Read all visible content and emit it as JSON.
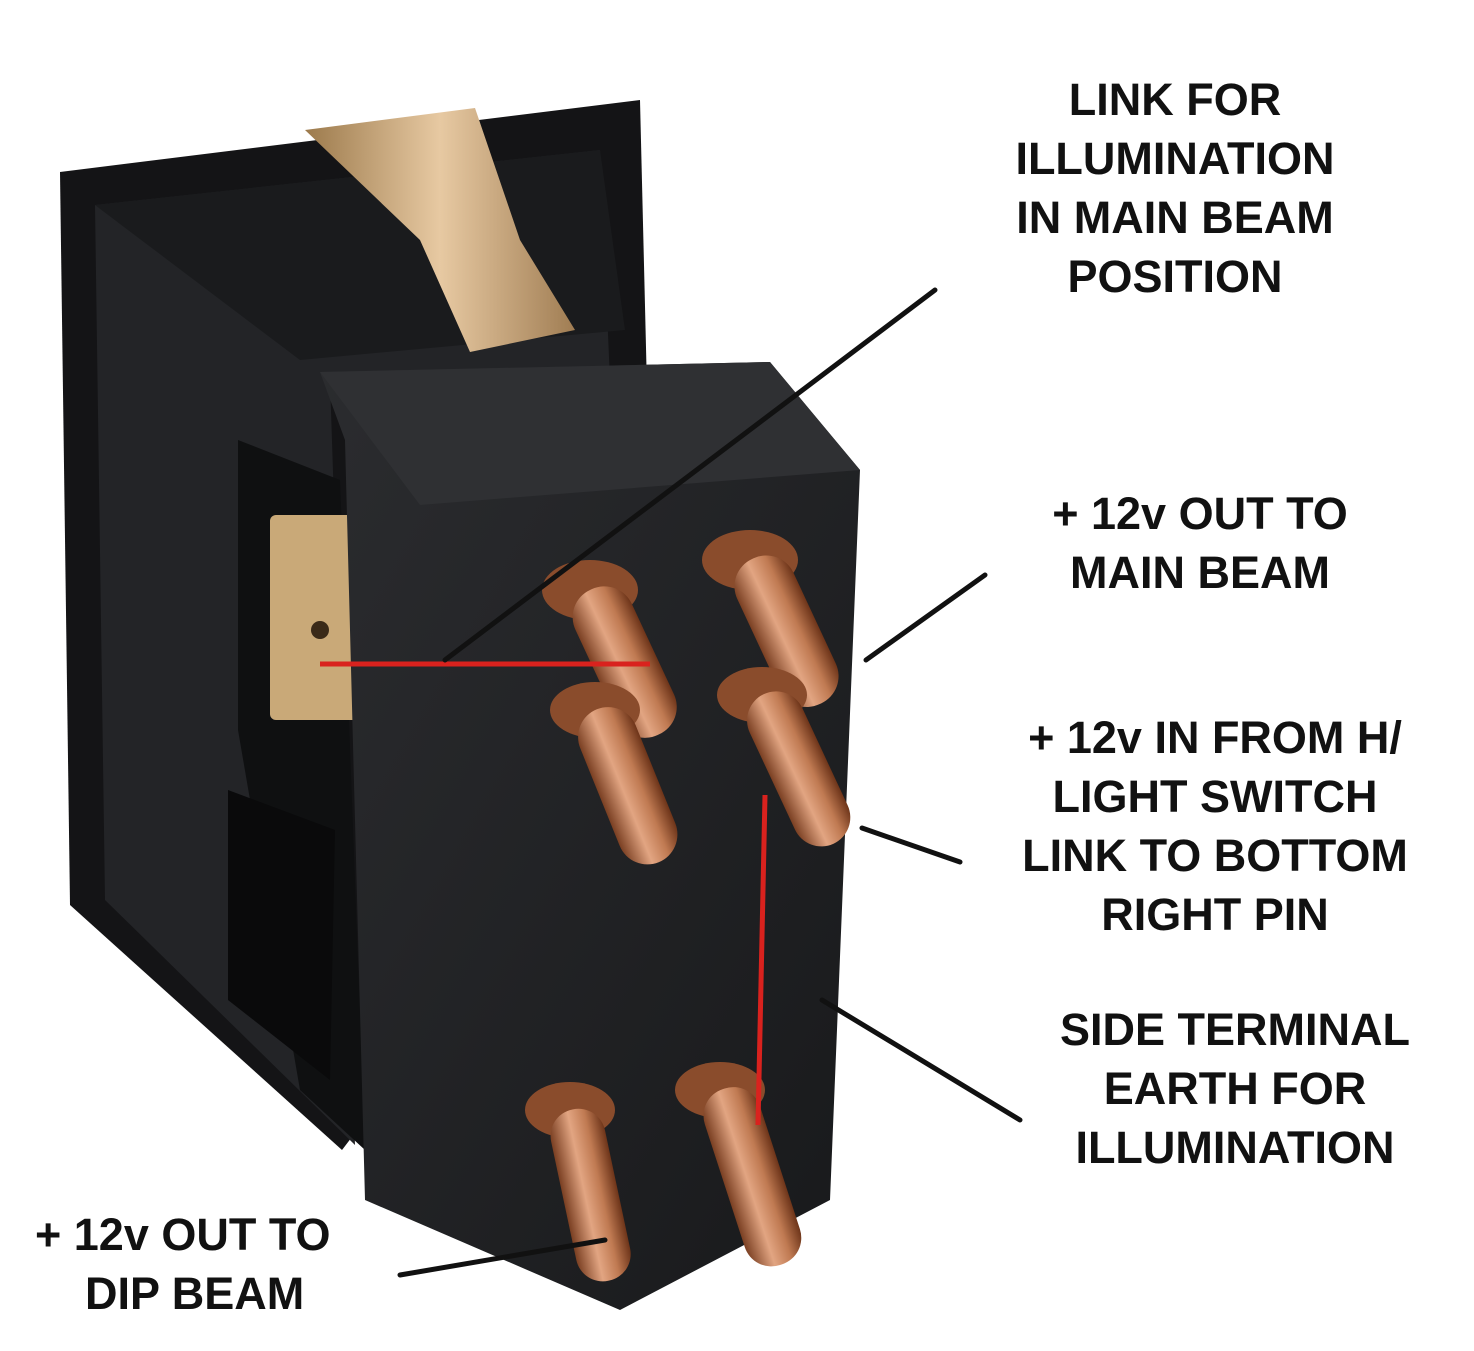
{
  "title": "Headlight dip/main beam rocker switch wiring",
  "labels": {
    "illumination_link": [
      "LINK FOR",
      "ILLUMINATION",
      "IN MAIN BEAM",
      "POSITION"
    ],
    "main_beam_out": [
      "+ 12v OUT TO",
      "MAIN BEAM"
    ],
    "in_from_switch": [
      "+ 12v IN FROM H/",
      "LIGHT SWITCH",
      "LINK TO BOTTOM",
      "RIGHT PIN"
    ],
    "side_terminal": [
      "SIDE TERMINAL",
      "EARTH FOR",
      "ILLUMINATION"
    ],
    "dip_beam_out": [
      "+ 12v OUT TO",
      "DIP BEAM"
    ]
  },
  "colors": {
    "link_line": "#d9221e",
    "leader_line": "#111111",
    "body": "#1c1d1f",
    "copper": "#c07a52"
  }
}
